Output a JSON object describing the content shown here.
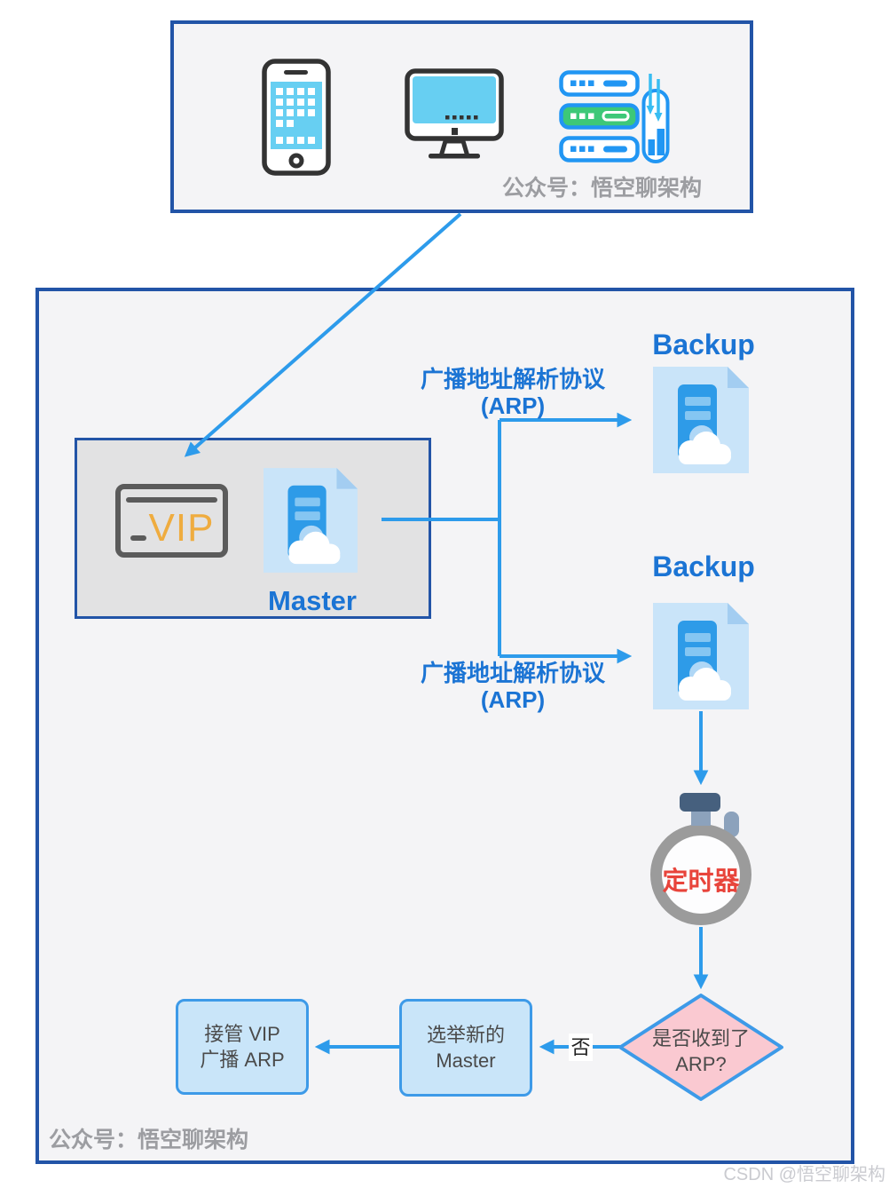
{
  "colors": {
    "accent_blue": "#2D9BEB",
    "label_blue": "#1B74D4",
    "frame_navy": "#2254A7",
    "timer_red": "#E8443B",
    "diamond_pink_fill": "#FAC9D1",
    "flow_box_fill": "#C9E5F9",
    "flow_box_border": "#3D9AE8",
    "vip_orange": "#EFAC3F",
    "gray_brand": "#9C9DA1"
  },
  "top_box": {
    "brand": "公众号：悟空聊架构",
    "icons": [
      "smartphone-icon",
      "desktop-monitor-icon",
      "server-stack-icon"
    ]
  },
  "master_unit": {
    "vip_label": "VIP",
    "label": "Master"
  },
  "labels": {
    "backup1": "Backup",
    "backup2": "Backup"
  },
  "arp1": {
    "line1": "广播地址解析协议",
    "line2": "(ARP)"
  },
  "arp2": {
    "line1": "广播地址解析协议",
    "line2": "(ARP)"
  },
  "timer": {
    "label": "定时器"
  },
  "decision": {
    "line1": "是否收到了",
    "line2": "ARP?",
    "no_label": "否"
  },
  "flow": {
    "elect": {
      "line1": "选举新的",
      "line2": "Master"
    },
    "takeover": {
      "line1": "接管 VIP",
      "line2": "广播 ARP"
    }
  },
  "footer": {
    "brand": "公众号：悟空聊架构"
  },
  "watermark": {
    "text": "CSDN @悟空聊架构"
  }
}
